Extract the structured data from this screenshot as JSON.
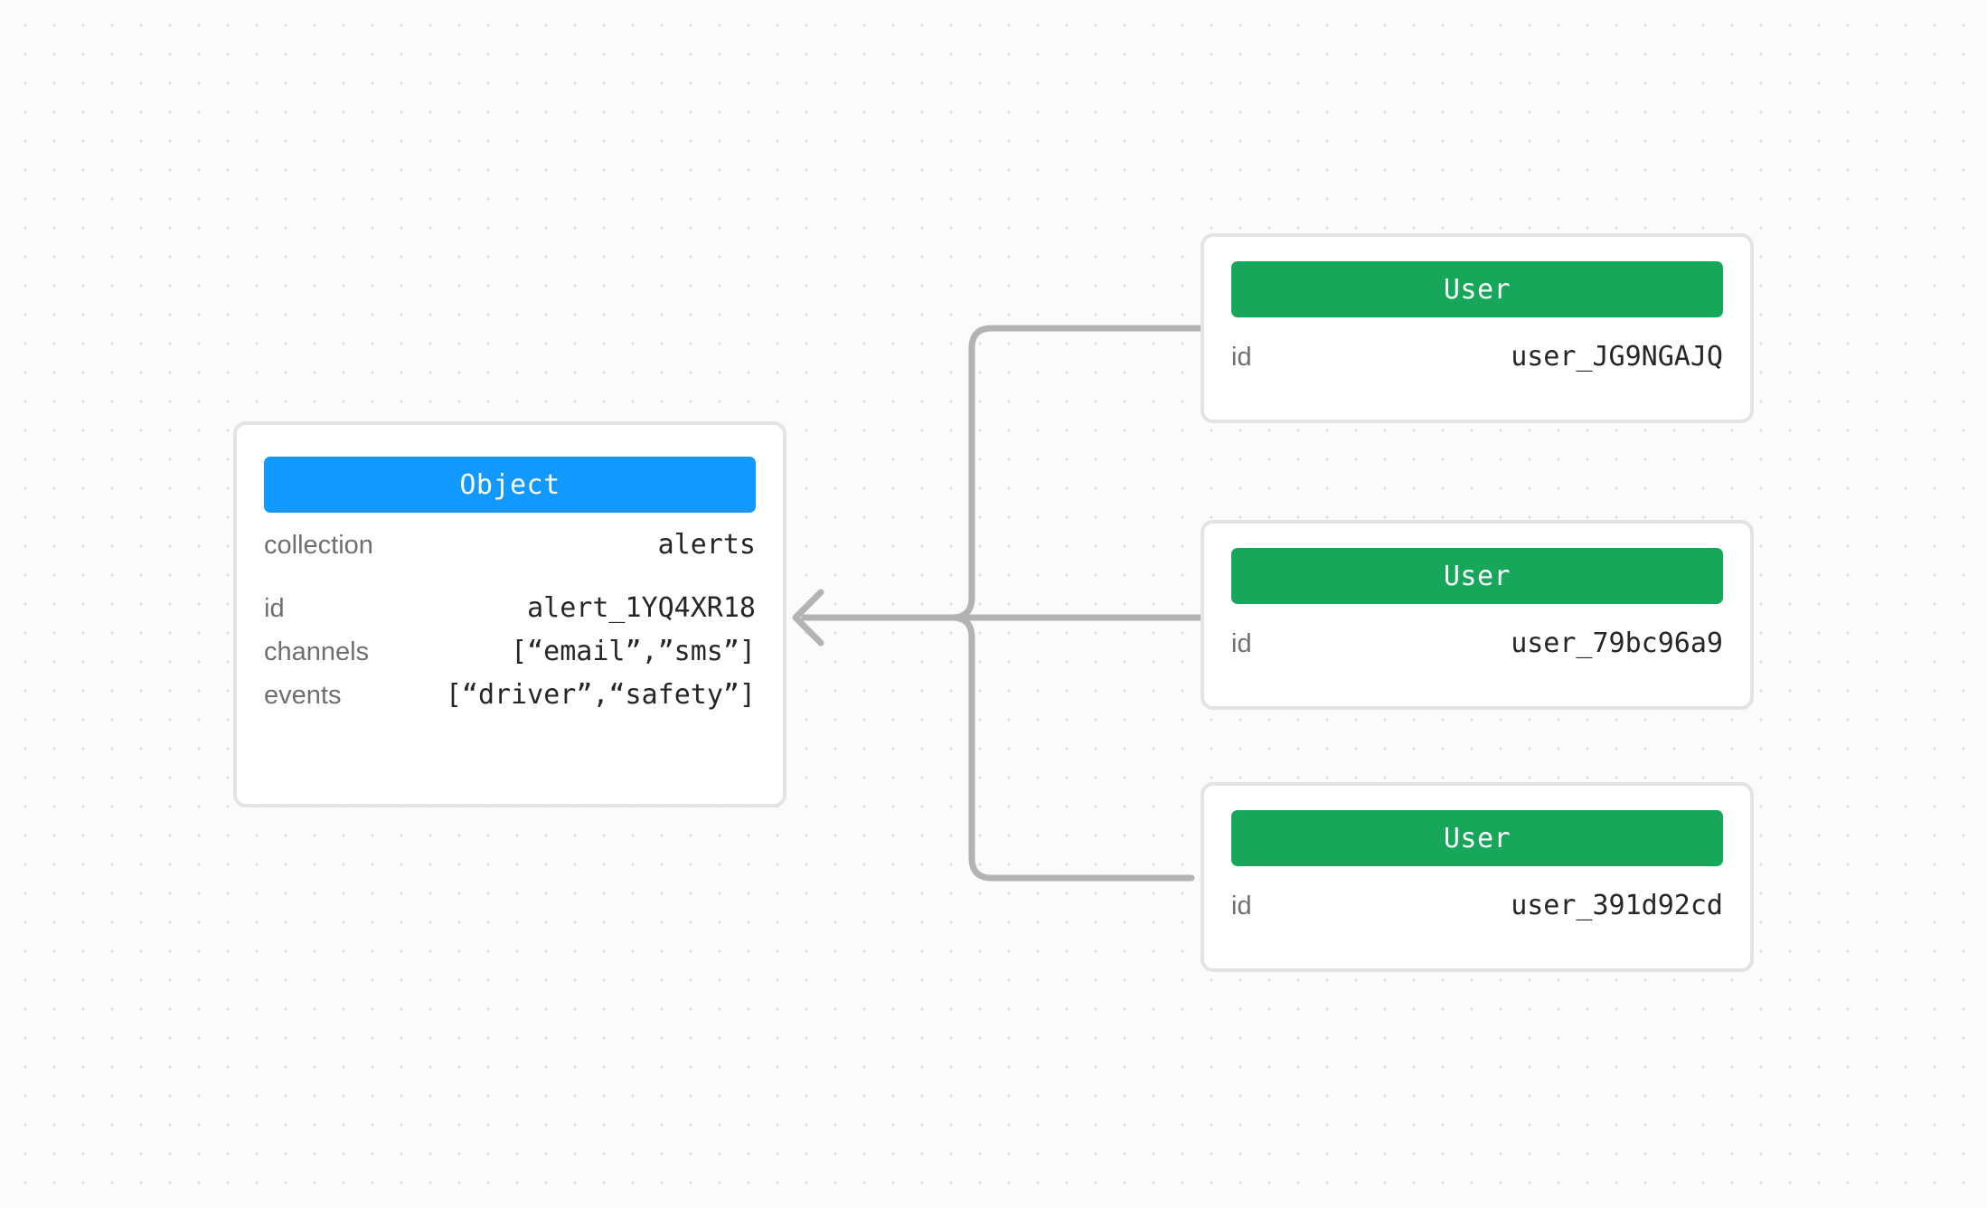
{
  "canvas": {
    "background_color": "#fbfbfb",
    "grid_dot_color": "#e1e1e1",
    "edge_color": "#b3b3b3"
  },
  "object_node": {
    "type_label": "Object",
    "accent_color": "#1199ff",
    "rows": [
      {
        "key": "collection",
        "value": "alerts"
      },
      {
        "key": "id",
        "value": "alert_1YQ4XR18"
      },
      {
        "key": "channels",
        "value": "[“email”,”sms”]"
      },
      {
        "key": "events",
        "value": "[“driver”,“safety”]"
      }
    ]
  },
  "user_nodes": [
    {
      "type_label": "User",
      "accent_color": "#16a75b",
      "rows": [
        {
          "key": "id",
          "value": "user_JG9NGAJQ"
        }
      ]
    },
    {
      "type_label": "User",
      "accent_color": "#16a75b",
      "rows": [
        {
          "key": "id",
          "value": "user_79bc96a9"
        }
      ]
    },
    {
      "type_label": "User",
      "accent_color": "#16a75b",
      "rows": [
        {
          "key": "id",
          "value": "user_391d92cd"
        }
      ]
    }
  ]
}
